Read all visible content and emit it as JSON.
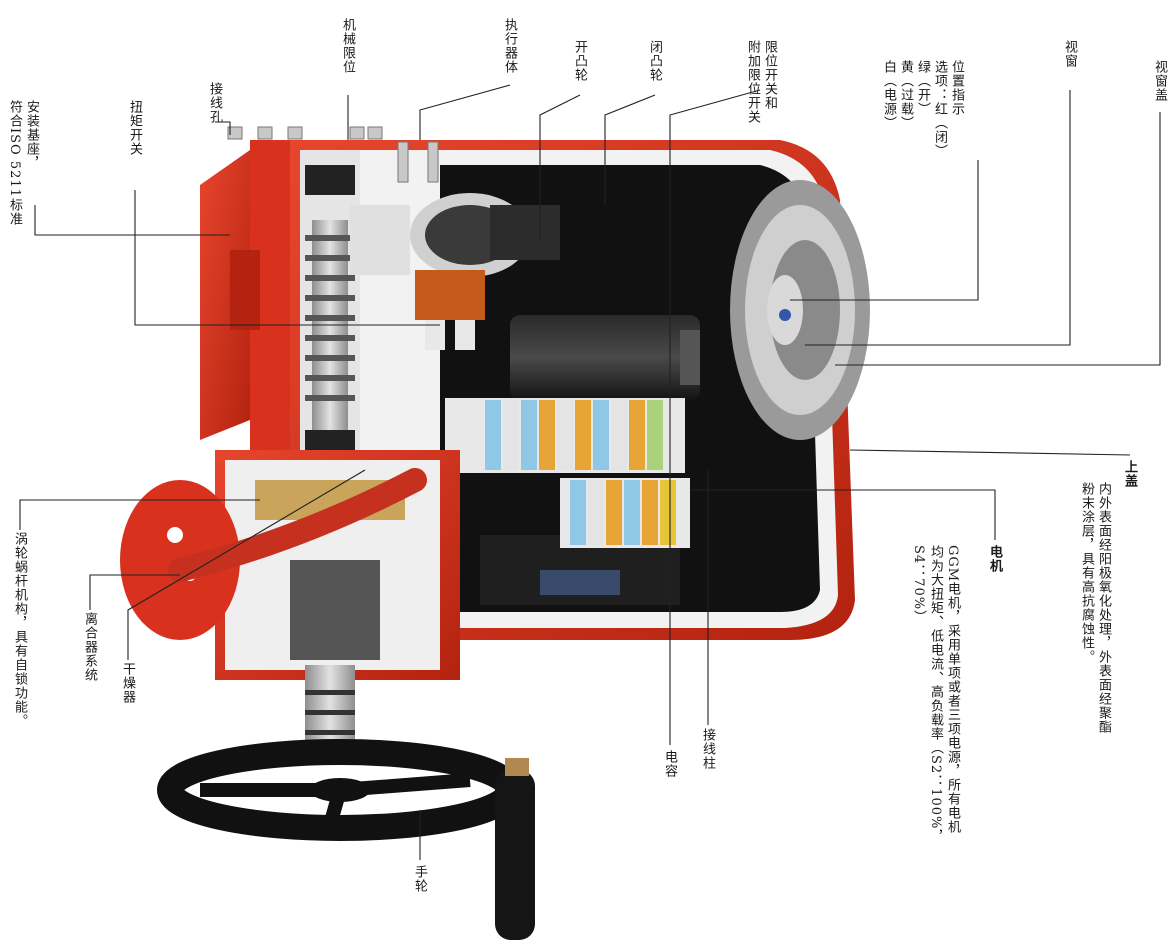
{
  "labels": {
    "mount_base": "安装基座，\n符合ISO 5211标准",
    "torque_switch": "扭矩开关",
    "wiring_hole": "接线孔",
    "mech_limit": "机械限位",
    "actuator_body": "执行器体",
    "open_cam": "开凸轮",
    "close_cam": "闭凸轮",
    "limit_switch": "限位开关和\n附加限位开关",
    "position_indicator": "位置指示\n选项：红（闭）\n绿（开）\n黄（过载）\n白（电源）",
    "window": "视窗",
    "window_cover": "视窗盖",
    "cover_title": "上盖",
    "cover_desc": "内外表面经阳极氧化处理，外表面经聚酯\n粉末涂层，具有高抗腐蚀性。",
    "motor_title": "电机",
    "motor_desc": "GGM电机，采用单项或者三项电源，所有电机\n均为大扭矩、低电流、高负载率（S2：100%，\nS4：70%）",
    "terminal": "接线柱",
    "capacitor": "电容",
    "handwheel": "手轮",
    "dryer": "干燥器",
    "clutch": "离合器系统",
    "worm_gear": "涡轮蜗杆机构，具有自锁功能。"
  },
  "colors": {
    "housing_red": "#d8321f",
    "housing_dark_red": "#a8200f",
    "interior_black": "#111111",
    "metal": "#b9b9b9",
    "leader_line": "#222222"
  }
}
